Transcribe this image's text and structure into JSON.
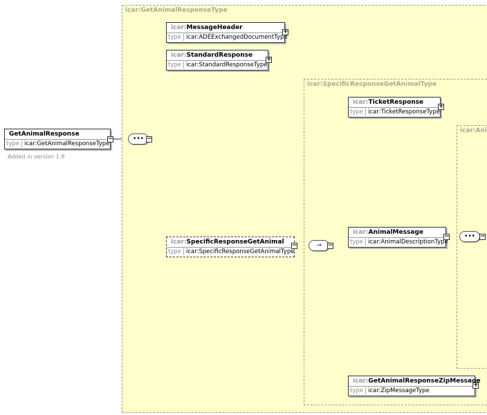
{
  "regions": {
    "outer": "icar:GetAnimalResponseType",
    "specific": "icar:SpecificResponseGetAnimalType",
    "third": "icar:Anim"
  },
  "root": {
    "name": "GetAnimalResponse",
    "type_label": "type",
    "type": "icar:GetAnimalResponseType",
    "note": "Added in version 1.8"
  },
  "elements": {
    "message_header": {
      "prefix": "icar:",
      "name": "MessageHeader",
      "type_label": "type",
      "type": "icar:ADEExchangedDocumentType"
    },
    "standard_response": {
      "prefix": "icar:",
      "name": "StandardResponse",
      "type_label": "type",
      "type": "icar:StandardResponseType"
    },
    "specific_response": {
      "prefix": "icar:",
      "name": "SpecificResponseGetAnimal",
      "type_label": "type",
      "type": "icar:SpecificResponseGetAnimalType"
    },
    "ticket_response": {
      "prefix": "icar:",
      "name": "TicketResponse",
      "type_label": "type",
      "type": "icar:TicketResponseType"
    },
    "animal_message": {
      "prefix": "icar:",
      "name": "AnimalMessage",
      "type_label": "type",
      "type": "icar:AnimalDescriptionType"
    },
    "zip_message": {
      "prefix": "icar:",
      "name": "GetAnimalResponseZipMessage",
      "type_label": "type",
      "type": "icar:ZipMessageType"
    }
  },
  "symbols": {
    "sequence": "•••",
    "choice": "⊸",
    "plus": "+",
    "minus": "−"
  }
}
